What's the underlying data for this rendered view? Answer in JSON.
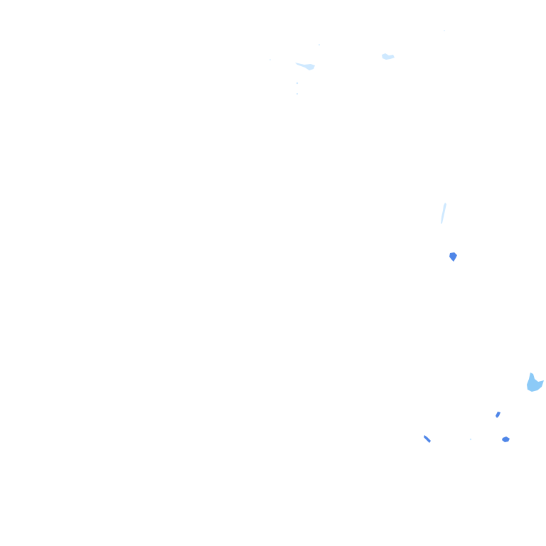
{
  "map": {
    "layer": "precipitation-radar-overlay",
    "background_color": "#ffffff",
    "intensity_colors": {
      "very_light": "#cfe9ff",
      "light": "#8ccaf7",
      "moderate": "#4f86e8"
    },
    "echoes": [
      {
        "name": "echo-north-streak",
        "intensity": "very_light"
      },
      {
        "name": "echo-north-cluster",
        "intensity": "very_light"
      },
      {
        "name": "echo-north-specks",
        "intensity": "very_light"
      },
      {
        "name": "echo-central-east-streak",
        "intensity": "very_light"
      },
      {
        "name": "echo-central-east-cell",
        "intensity": "moderate"
      },
      {
        "name": "echo-southeast-large",
        "intensity": "light"
      },
      {
        "name": "echo-southeast-small",
        "intensity": "moderate"
      },
      {
        "name": "echo-south-left-streak",
        "intensity": "moderate"
      },
      {
        "name": "echo-south-right-cell",
        "intensity": "moderate"
      },
      {
        "name": "echo-south-faint",
        "intensity": "very_light"
      }
    ]
  }
}
